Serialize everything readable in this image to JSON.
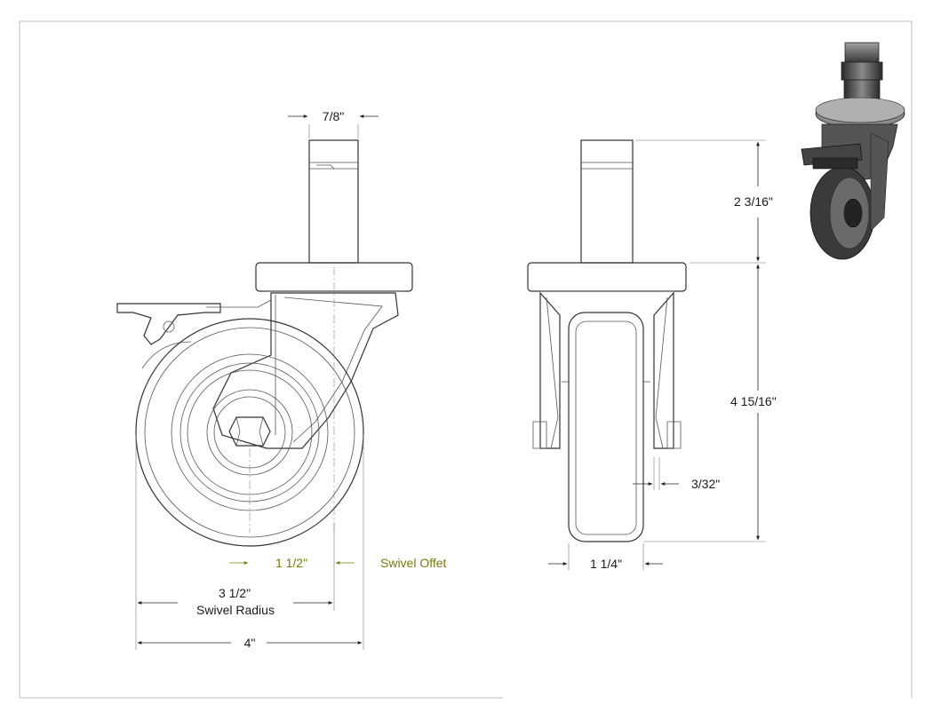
{
  "dimensions": {
    "stem_width": "7/8\"",
    "stem_height": "2 3/16\"",
    "body_height": "4 15/16\"",
    "gap": "3/32\"",
    "wheel_width": "1 1/4\"",
    "offset": "1 1/2\"",
    "offset_label": "Swivel Offet",
    "radius": "3 1/2\"",
    "radius_label": "Swivel Radius",
    "diameter": "4\""
  },
  "colors": {
    "accent": "#7a7a10",
    "line": "#333333"
  },
  "icons": {
    "preview": "caster-3d-render"
  }
}
